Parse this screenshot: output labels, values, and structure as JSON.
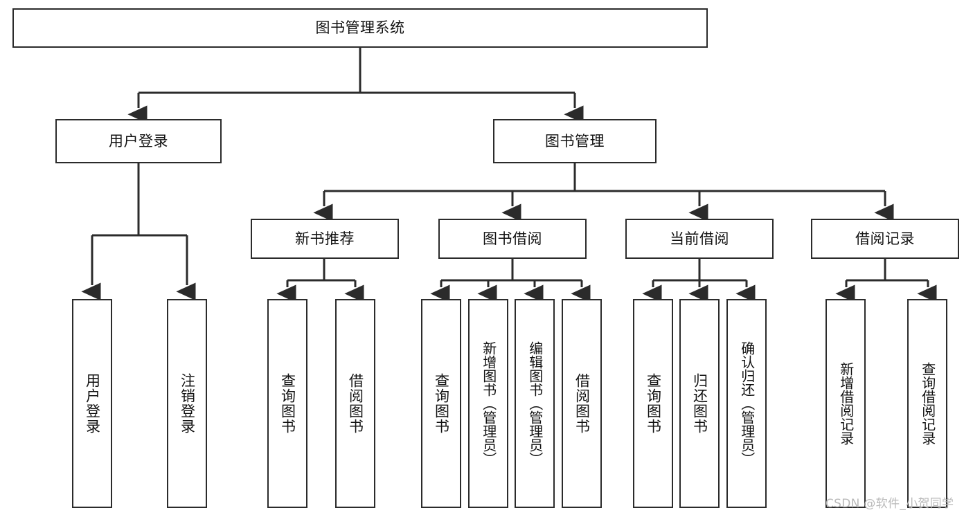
{
  "diagram": {
    "title": "图书管理系统",
    "type": "tree-hierarchy-diagram",
    "root": {
      "label": "图书管理系统"
    },
    "level1": [
      {
        "label": "用户登录"
      },
      {
        "label": "图书管理"
      }
    ],
    "level2": [
      {
        "label": "新书推荐"
      },
      {
        "label": "图书借阅"
      },
      {
        "label": "当前借阅"
      },
      {
        "label": "借阅记录"
      }
    ],
    "leaves_user_login": [
      {
        "label": "用户登录"
      },
      {
        "label": "注销登录"
      }
    ],
    "leaves_new_book": [
      {
        "label": "查询图书"
      },
      {
        "label": "借阅图书"
      }
    ],
    "leaves_book_borrow": [
      {
        "label": "查询图书"
      },
      {
        "label": "新增图书（管理员）"
      },
      {
        "label": "编辑图书（管理员）"
      },
      {
        "label": "借阅图书"
      }
    ],
    "leaves_current_borrow": [
      {
        "label": "查询图书"
      },
      {
        "label": "归还图书"
      },
      {
        "label": "确认归还（管理员）"
      }
    ],
    "leaves_borrow_record": [
      {
        "label": "新增借阅记录"
      },
      {
        "label": "查询借阅记录"
      }
    ]
  },
  "watermark": {
    "text": "CSDN @软件_小贺同学"
  },
  "colors": {
    "stroke": "#2b2b2b",
    "background": "#ffffff",
    "text": "#111111",
    "watermark": "#b9b9b9"
  }
}
